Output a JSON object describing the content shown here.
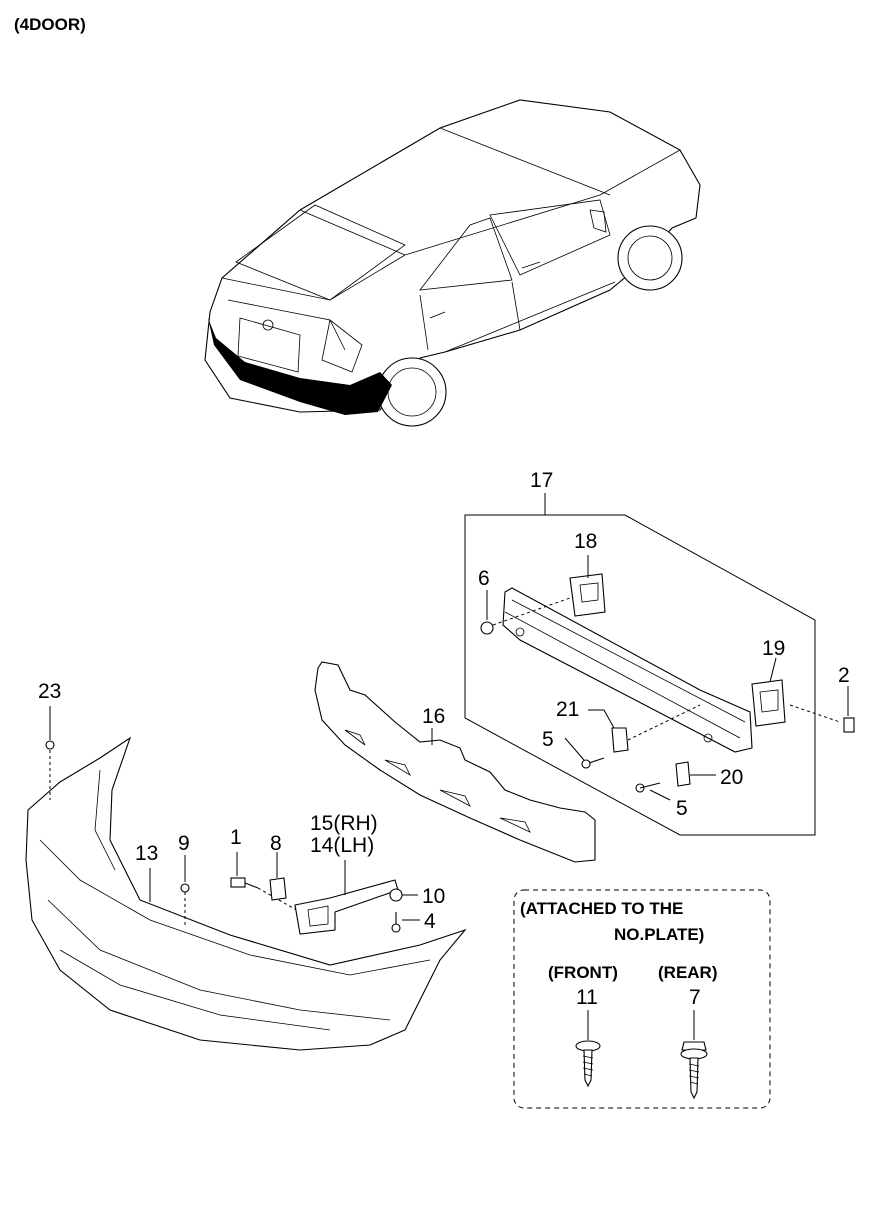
{
  "header": {
    "variant_label": "(4DOOR)"
  },
  "parts": {
    "p1": "1",
    "p2": "2",
    "p4": "4",
    "p5a": "5",
    "p5b": "5",
    "p6": "6",
    "p8": "8",
    "p9": "9",
    "p10": "10",
    "p13": "13",
    "p14": "14",
    "p14_side": "(LH)",
    "p15": "15",
    "p15_side": "(RH)",
    "p16": "16",
    "p17": "17",
    "p18": "18",
    "p19": "19",
    "p20": "20",
    "p21": "21",
    "p23": "23"
  },
  "plate_box": {
    "title_line1": "(ATTACHED TO THE",
    "title_line2": "NO.PLATE)",
    "front_label": "(FRONT)",
    "front_part": "11",
    "rear_label": "(REAR)",
    "rear_part": "7"
  }
}
